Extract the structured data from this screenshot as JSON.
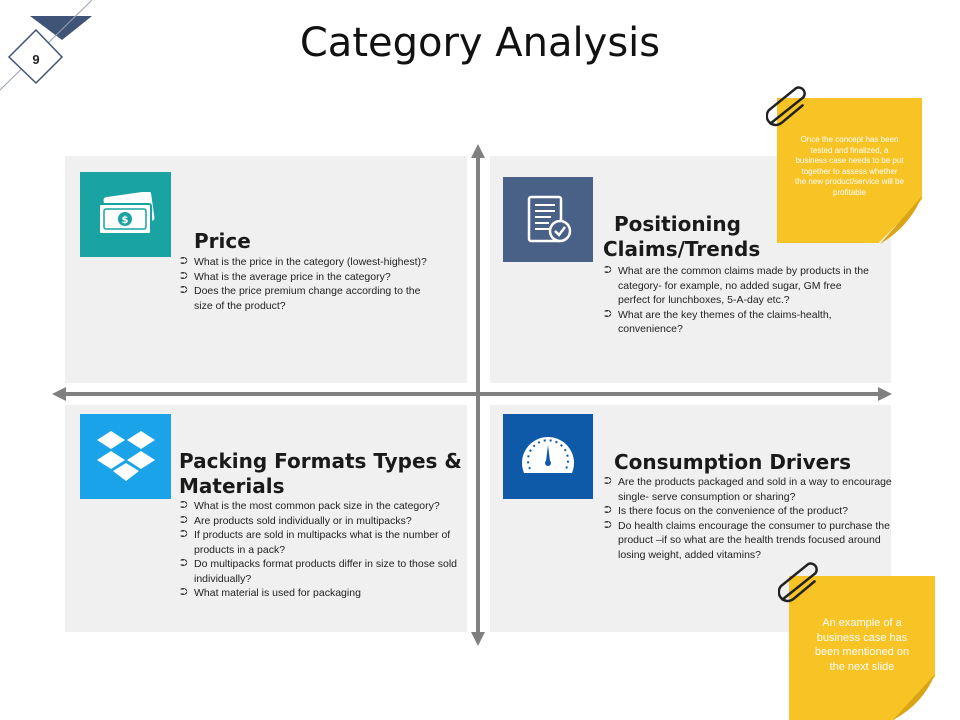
{
  "slide": {
    "number": "9",
    "title": "Category Analysis"
  },
  "quadrants": [
    {
      "heading": "Price",
      "icon": "money-bill-icon",
      "bullets": [
        "What is the price in the category (lowest-highest)?",
        "What is the average price in the category?",
        "Does the price premium change according to the size of the product?"
      ]
    },
    {
      "heading_line1": "Positioning",
      "heading_line2": "Claims/Trends",
      "icon": "document-check-icon",
      "bullets": [
        "What are the common claims made by products in the category- for example, no added sugar, GM free perfect for lunchboxes, 5-A-day etc.?",
        "What are the key themes of the claims-health, convenience?"
      ]
    },
    {
      "heading": "Packing Formats Types & Materials",
      "icon": "dropbox-box-icon",
      "bullets": [
        "What is the most common pack size in the category?",
        "Are products sold individually or in multipacks?",
        "If products are sold in multipacks what is the number of products in a pack?",
        "Do multipacks format products differ in size to those sold individually?",
        "What material is used for packaging"
      ]
    },
    {
      "heading": "Consumption Drivers",
      "icon": "gauge-icon",
      "bullets": [
        "Are the products packaged and sold in a way to encourage single- serve consumption or sharing?",
        "Is there focus on the convenience of the product?",
        "Do health claims encourage the consumer to purchase the product –if so what are the health trends focused around losing weight, added vitamins?"
      ]
    }
  ],
  "notes": [
    "Once the concept has been tested and finalized, a business case needs to be put together to assess whether the new product/service will be profitable",
    "An example of a business case has been mentioned on the next slide"
  ],
  "colors": {
    "panel": "#f0f0f0",
    "price_icon_bg": "#1aa3a3",
    "positioning_icon_bg": "#4a6187",
    "packing_icon_bg": "#1aa3e8",
    "consumption_icon_bg": "#0f5aa8",
    "sticky_note": "#f7c325",
    "axis": "#808080",
    "corner_badge": "#3f5577"
  }
}
